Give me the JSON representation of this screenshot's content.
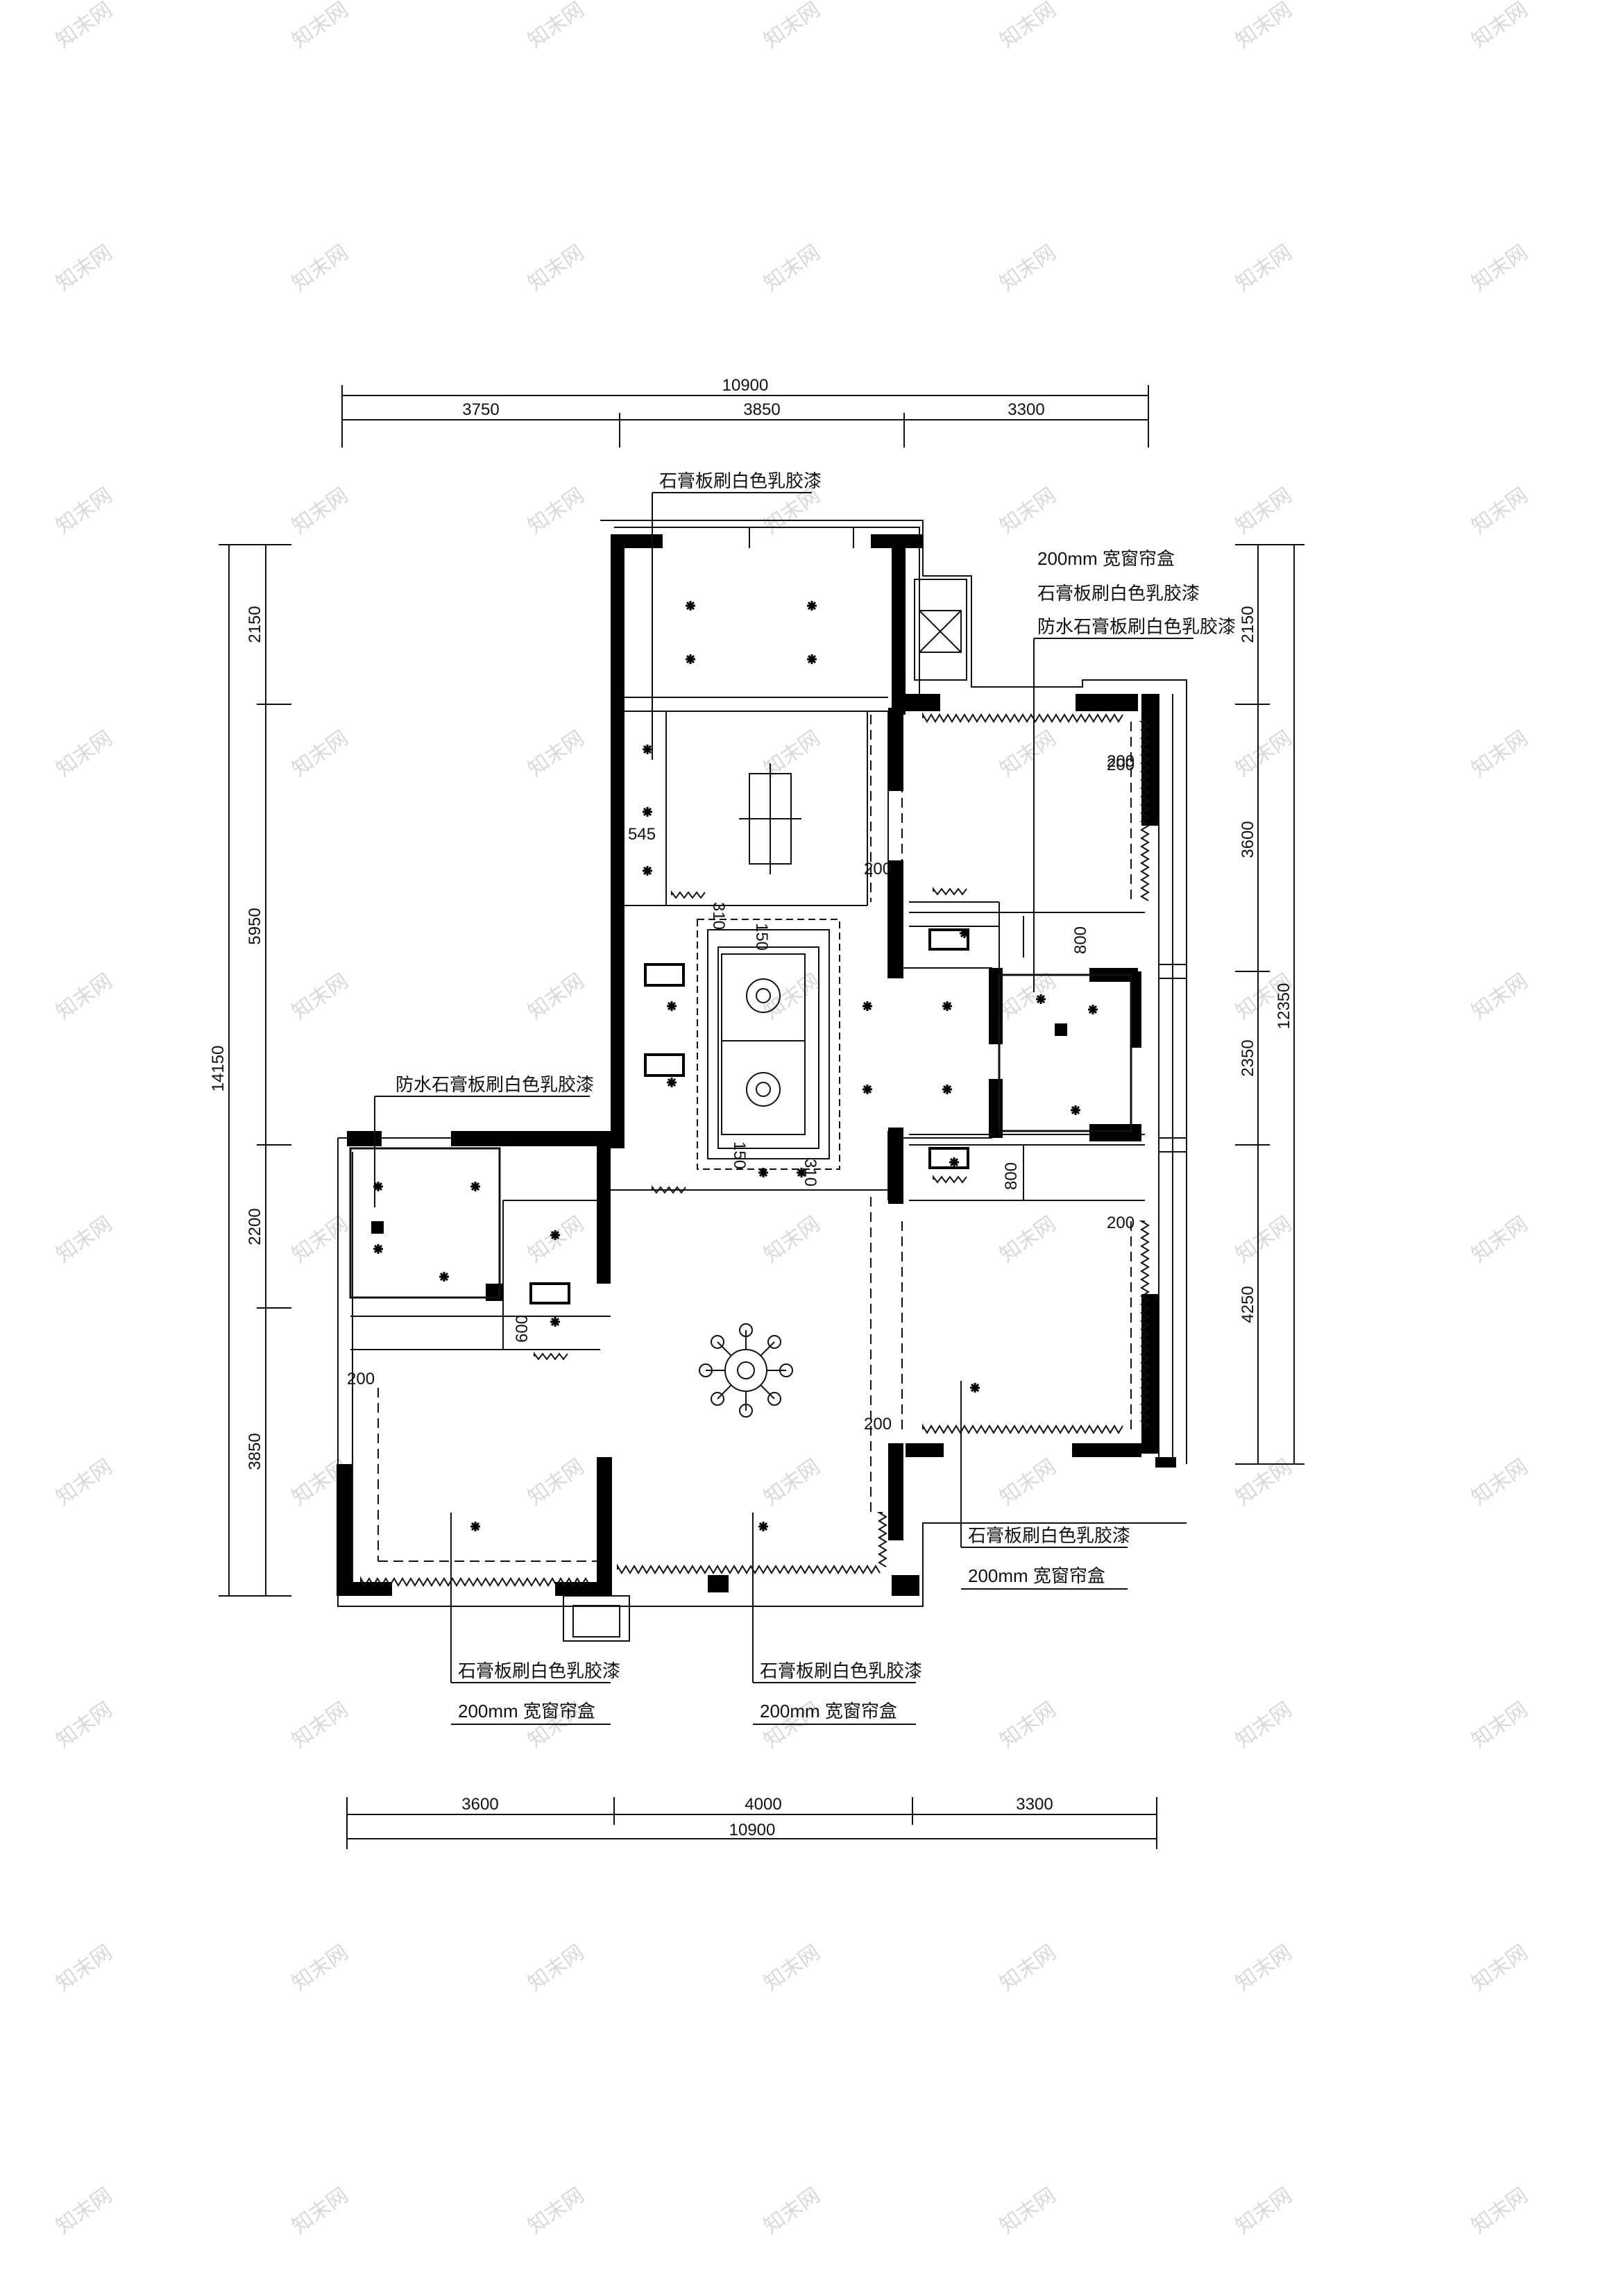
{
  "dimensions": {
    "top_total": "10900",
    "top_segments": [
      "3750",
      "3850",
      "3300"
    ],
    "bottom_total": "10900",
    "bottom_segments": [
      "3600",
      "4000",
      "3300"
    ],
    "left_total": "14150",
    "left_segments": [
      "2150",
      "5950",
      "2200",
      "3850"
    ],
    "right_total": "12350",
    "right_segments": [
      "2150",
      "3600",
      "2350",
      "4250"
    ],
    "inner": {
      "d545": "545",
      "d200_a": "200",
      "d200_b": "200",
      "d200_c": "200",
      "d200_d": "200",
      "d200_e": "200",
      "d200_f": "200",
      "d800_a": "800",
      "d800_b": "800",
      "d600": "600",
      "d310_a": "310",
      "d310_b": "310",
      "d150_a": "150",
      "d150_b": "150"
    }
  },
  "notes": {
    "top_center": "石膏板刷白色乳胶漆",
    "top_right_1": "200mm 宽窗帘盒",
    "top_right_2": "石膏板刷白色乳胶漆",
    "top_right_3": "防水石膏板刷白色乳胶漆",
    "left_mid": "防水石膏板刷白色乳胶漆",
    "right_bottom_1": "石膏板刷白色乳胶漆",
    "right_bottom_2": "200mm 宽窗帘盒",
    "bottom_left_1": "石膏板刷白色乳胶漆",
    "bottom_left_2": "200mm 宽窗帘盒",
    "bottom_center_1": "石膏板刷白色乳胶漆",
    "bottom_center_2": "200mm 宽窗帘盒"
  },
  "watermark": "知末网",
  "colors": {
    "wall": "#000000",
    "line": "#111111",
    "watermark": "#d9d9d9",
    "background": "#ffffff"
  }
}
